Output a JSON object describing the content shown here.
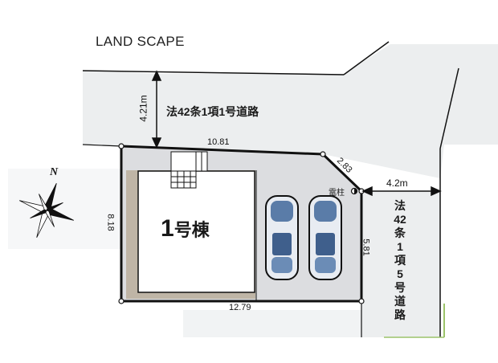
{
  "title": "LAND SCAPE",
  "roads": {
    "top": {
      "label": "法42条1項1号道路",
      "width": "4.21m"
    },
    "right": {
      "label": "法42条1項5号道路",
      "width": "4.2m"
    }
  },
  "dimensions": {
    "north_edge": "10.81",
    "south_edge": "12.79",
    "west_edge": "8.18",
    "east_edge": "5.81",
    "corner_cut": "2.83"
  },
  "building": {
    "number": "1",
    "suffix": "号棟"
  },
  "utility_pole": {
    "label": "電柱",
    "icon": "utility-pole-icon"
  },
  "parking": {
    "car_count": 2
  },
  "compass": {
    "label": "N",
    "icon": "compass-rose-icon"
  },
  "colors": {
    "road": "#eceeef",
    "lot": "#dcdde0",
    "building": "#ffffff",
    "setback_strip": "#bfb5a6",
    "line": "#111111",
    "car_glass": "#5a7ca8",
    "green_edge": "#9cc46a"
  }
}
